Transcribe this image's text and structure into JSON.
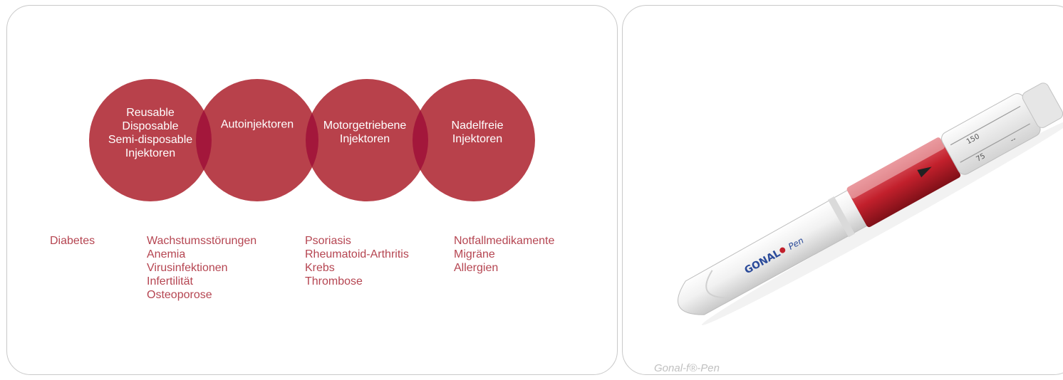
{
  "diagram": {
    "circles": [
      {
        "lines": [
          "Reusable",
          "Disposable",
          "Semi-disposable",
          "Injektoren"
        ]
      },
      {
        "lines": [
          "Autoinjektoren"
        ]
      },
      {
        "lines": [
          "Motorgetriebene",
          "Injektoren"
        ]
      },
      {
        "lines": [
          "Nadelfreie",
          "Injektoren"
        ]
      }
    ],
    "colors": {
      "circle": "#b8414b",
      "overlap": "#a3173b",
      "indication_text": "#b54551"
    }
  },
  "indications": [
    {
      "items": [
        "Diabetes"
      ]
    },
    {
      "items": [
        "Wachstumsstörungen",
        "Anemia",
        "Virusinfektionen",
        "Infertilität",
        "Osteoporose"
      ]
    },
    {
      "items": [
        "Psoriasis",
        "Rheumatoid-Arthritis",
        "Krebs",
        "Thrombose"
      ]
    },
    {
      "items": [
        "Notfallmedikamente",
        "Migräne",
        "Allergien"
      ]
    }
  ],
  "product": {
    "pen_label": "GONAL",
    "pen_label_2": "Pen",
    "scale_marks": [
      "150",
      "75",
      "--"
    ],
    "caption": "Gonal-f®-Pen"
  }
}
